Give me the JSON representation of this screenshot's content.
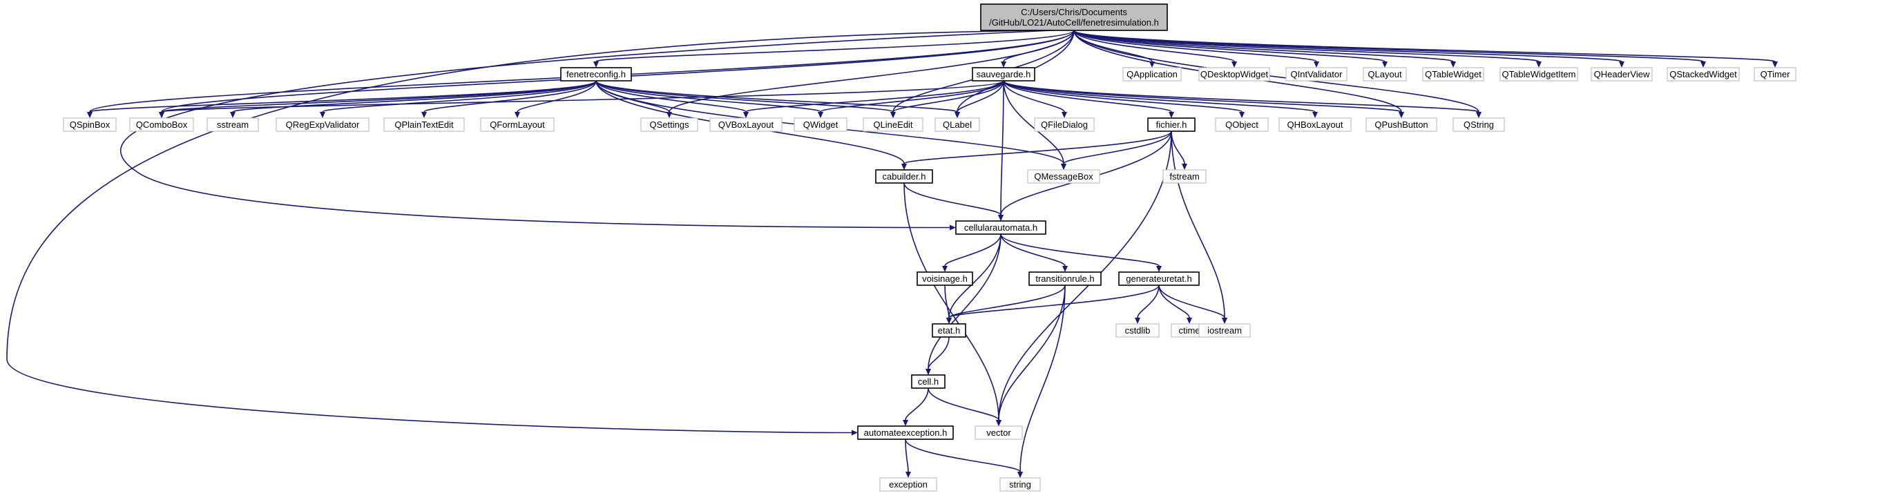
{
  "graph": {
    "nodes": [
      {
        "id": "root",
        "lines": [
          "C:/Users/Chris/Documents",
          "/GitHub/LO21/AutoCell/fenetresimulation.h"
        ],
        "kind": "root"
      },
      {
        "id": "fenetreconfig",
        "lines": [
          "fenetreconfig.h"
        ],
        "kind": "file"
      },
      {
        "id": "sauvegarde",
        "lines": [
          "sauvegarde.h"
        ],
        "kind": "file"
      },
      {
        "id": "QApplication",
        "lines": [
          "QApplication"
        ],
        "kind": "sys"
      },
      {
        "id": "QDesktopWidget",
        "lines": [
          "QDesktopWidget"
        ],
        "kind": "sys"
      },
      {
        "id": "QIntValidator",
        "lines": [
          "QIntValidator"
        ],
        "kind": "sys"
      },
      {
        "id": "QLayout",
        "lines": [
          "QLayout"
        ],
        "kind": "sys"
      },
      {
        "id": "QTableWidget",
        "lines": [
          "QTableWidget"
        ],
        "kind": "sys"
      },
      {
        "id": "QTableWidgetItem",
        "lines": [
          "QTableWidgetItem"
        ],
        "kind": "sys"
      },
      {
        "id": "QHeaderView",
        "lines": [
          "QHeaderView"
        ],
        "kind": "sys"
      },
      {
        "id": "QStackedWidget",
        "lines": [
          "QStackedWidget"
        ],
        "kind": "sys"
      },
      {
        "id": "QTimer",
        "lines": [
          "QTimer"
        ],
        "kind": "sys"
      },
      {
        "id": "QSpinBox",
        "lines": [
          "QSpinBox"
        ],
        "kind": "sys"
      },
      {
        "id": "QComboBox",
        "lines": [
          "QComboBox"
        ],
        "kind": "sys"
      },
      {
        "id": "sstream",
        "lines": [
          "sstream"
        ],
        "kind": "sys"
      },
      {
        "id": "QRegExpValidator",
        "lines": [
          "QRegExpValidator"
        ],
        "kind": "sys"
      },
      {
        "id": "QPlainTextEdit",
        "lines": [
          "QPlainTextEdit"
        ],
        "kind": "sys"
      },
      {
        "id": "QFormLayout",
        "lines": [
          "QFormLayout"
        ],
        "kind": "sys"
      },
      {
        "id": "QSettings",
        "lines": [
          "QSettings"
        ],
        "kind": "sys"
      },
      {
        "id": "QVBoxLayout",
        "lines": [
          "QVBoxLayout"
        ],
        "kind": "sys"
      },
      {
        "id": "QWidget",
        "lines": [
          "QWidget"
        ],
        "kind": "sys"
      },
      {
        "id": "QLineEdit",
        "lines": [
          "QLineEdit"
        ],
        "kind": "sys"
      },
      {
        "id": "QLabel",
        "lines": [
          "QLabel"
        ],
        "kind": "sys"
      },
      {
        "id": "QFileDialog",
        "lines": [
          "QFileDialog"
        ],
        "kind": "sys"
      },
      {
        "id": "fichier",
        "lines": [
          "fichier.h"
        ],
        "kind": "file"
      },
      {
        "id": "QObject",
        "lines": [
          "QObject"
        ],
        "kind": "sys"
      },
      {
        "id": "QHBoxLayout",
        "lines": [
          "QHBoxLayout"
        ],
        "kind": "sys"
      },
      {
        "id": "QPushButton",
        "lines": [
          "QPushButton"
        ],
        "kind": "sys"
      },
      {
        "id": "QString",
        "lines": [
          "QString"
        ],
        "kind": "sys"
      },
      {
        "id": "cabuilder",
        "lines": [
          "cabuilder.h"
        ],
        "kind": "file"
      },
      {
        "id": "QMessageBox",
        "lines": [
          "QMessageBox"
        ],
        "kind": "sys"
      },
      {
        "id": "fstream",
        "lines": [
          "fstream"
        ],
        "kind": "sys"
      },
      {
        "id": "cellularautomata",
        "lines": [
          "cellularautomata.h"
        ],
        "kind": "file"
      },
      {
        "id": "voisinage",
        "lines": [
          "voisinage.h"
        ],
        "kind": "file"
      },
      {
        "id": "transitionrule",
        "lines": [
          "transitionrule.h"
        ],
        "kind": "file"
      },
      {
        "id": "generateuretat",
        "lines": [
          "generateuretat.h"
        ],
        "kind": "file"
      },
      {
        "id": "etat",
        "lines": [
          "etat.h"
        ],
        "kind": "file"
      },
      {
        "id": "cstdlib",
        "lines": [
          "cstdlib"
        ],
        "kind": "sys"
      },
      {
        "id": "ctime",
        "lines": [
          "ctime"
        ],
        "kind": "sys"
      },
      {
        "id": "iostream",
        "lines": [
          "iostream"
        ],
        "kind": "sys"
      },
      {
        "id": "cell",
        "lines": [
          "cell.h"
        ],
        "kind": "file"
      },
      {
        "id": "automateexception",
        "lines": [
          "automateexception.h"
        ],
        "kind": "file"
      },
      {
        "id": "vector",
        "lines": [
          "vector"
        ],
        "kind": "sys"
      },
      {
        "id": "exception",
        "lines": [
          "exception"
        ],
        "kind": "sys"
      },
      {
        "id": "string",
        "lines": [
          "string"
        ],
        "kind": "sys"
      }
    ],
    "edges": [
      [
        "root",
        "fenetreconfig"
      ],
      [
        "root",
        "sauvegarde"
      ],
      [
        "root",
        "QApplication"
      ],
      [
        "root",
        "QDesktopWidget"
      ],
      [
        "root",
        "QIntValidator"
      ],
      [
        "root",
        "QLayout"
      ],
      [
        "root",
        "QTableWidget"
      ],
      [
        "root",
        "QTableWidgetItem"
      ],
      [
        "root",
        "QHeaderView"
      ],
      [
        "root",
        "QStackedWidget"
      ],
      [
        "root",
        "QTimer"
      ],
      [
        "root",
        "QSpinBox"
      ],
      [
        "root",
        "QComboBox"
      ],
      [
        "root",
        "QSettings"
      ],
      [
        "root",
        "QLineEdit"
      ],
      [
        "root",
        "QLabel"
      ],
      [
        "root",
        "QPushButton"
      ],
      [
        "root",
        "QString"
      ],
      [
        "root",
        "cellularautomata"
      ],
      [
        "root",
        "automateexception"
      ],
      [
        "fenetreconfig",
        "QSpinBox"
      ],
      [
        "fenetreconfig",
        "QComboBox"
      ],
      [
        "fenetreconfig",
        "sstream"
      ],
      [
        "fenetreconfig",
        "QRegExpValidator"
      ],
      [
        "fenetreconfig",
        "QPlainTextEdit"
      ],
      [
        "fenetreconfig",
        "QFormLayout"
      ],
      [
        "fenetreconfig",
        "QSettings"
      ],
      [
        "fenetreconfig",
        "QVBoxLayout"
      ],
      [
        "fenetreconfig",
        "QWidget"
      ],
      [
        "fenetreconfig",
        "QLineEdit"
      ],
      [
        "fenetreconfig",
        "QLabel"
      ],
      [
        "fenetreconfig",
        "cabuilder"
      ],
      [
        "fenetreconfig",
        "QMessageBox"
      ],
      [
        "sauvegarde",
        "QComboBox"
      ],
      [
        "sauvegarde",
        "QVBoxLayout"
      ],
      [
        "sauvegarde",
        "QWidget"
      ],
      [
        "sauvegarde",
        "QLineEdit"
      ],
      [
        "sauvegarde",
        "QLabel"
      ],
      [
        "sauvegarde",
        "QFileDialog"
      ],
      [
        "sauvegarde",
        "fichier"
      ],
      [
        "sauvegarde",
        "QObject"
      ],
      [
        "sauvegarde",
        "QHBoxLayout"
      ],
      [
        "sauvegarde",
        "QPushButton"
      ],
      [
        "sauvegarde",
        "QString"
      ],
      [
        "sauvegarde",
        "QMessageBox"
      ],
      [
        "sauvegarde",
        "cellularautomata"
      ],
      [
        "fichier",
        "cabuilder"
      ],
      [
        "fichier",
        "QMessageBox"
      ],
      [
        "fichier",
        "fstream"
      ],
      [
        "fichier",
        "cellularautomata"
      ],
      [
        "fichier",
        "iostream"
      ],
      [
        "fichier",
        "vector"
      ],
      [
        "cabuilder",
        "cellularautomata"
      ],
      [
        "cabuilder",
        "vector"
      ],
      [
        "cellularautomata",
        "voisinage"
      ],
      [
        "cellularautomata",
        "transitionrule"
      ],
      [
        "cellularautomata",
        "generateuretat"
      ],
      [
        "cellularautomata",
        "etat"
      ],
      [
        "cellularautomata",
        "cell"
      ],
      [
        "voisinage",
        "etat"
      ],
      [
        "transitionrule",
        "etat"
      ],
      [
        "transitionrule",
        "vector"
      ],
      [
        "transitionrule",
        "string"
      ],
      [
        "generateuretat",
        "etat"
      ],
      [
        "generateuretat",
        "cstdlib"
      ],
      [
        "generateuretat",
        "ctime"
      ],
      [
        "generateuretat",
        "iostream"
      ],
      [
        "etat",
        "cell"
      ],
      [
        "cell",
        "automateexception"
      ],
      [
        "cell",
        "vector"
      ],
      [
        "automateexception",
        "exception"
      ],
      [
        "automateexception",
        "string"
      ]
    ]
  }
}
